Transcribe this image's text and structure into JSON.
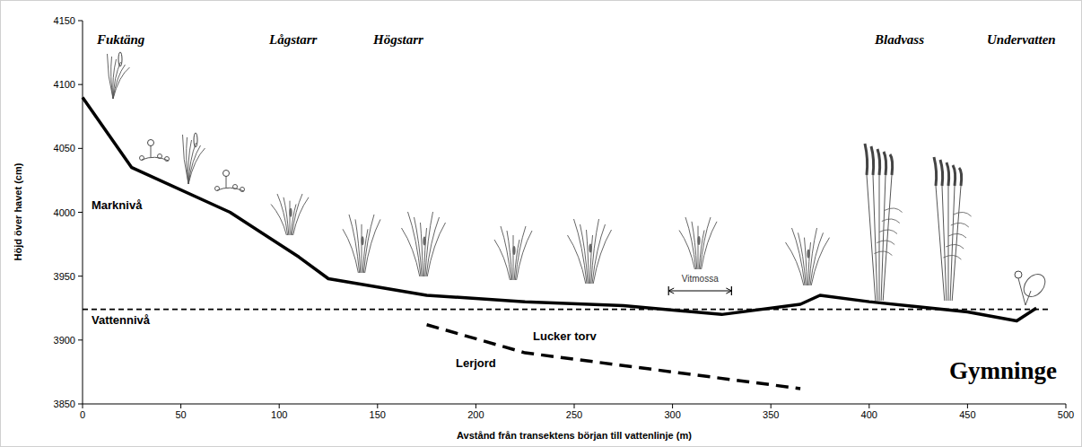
{
  "diagram": {
    "labels": [
      "Fuktäng",
      "Lågstarr",
      "Högstarr",
      "Bladvass",
      "Undervatten",
      "Marknivå",
      "Vattennivå",
      "Vitmossa",
      "Lucker torv",
      "Lerjord",
      "Gymninge",
      "Höjd över havet (cm)",
      "4150",
      "4100",
      "4050",
      "4000",
      "3950",
      "3900",
      "3850",
      "Avstånd från transektens början till vattenlinje (m)",
      "0",
      "50",
      "100",
      "150",
      "200",
      "250",
      "300",
      "350",
      "400",
      "450",
      "500"
    ]
  }
}
